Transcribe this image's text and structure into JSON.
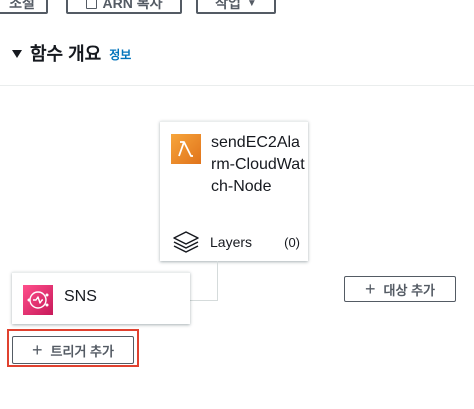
{
  "toolbar": {
    "btn1_label": "조절",
    "copy_arn_label": "ARN 복사",
    "actions_label": "작업"
  },
  "section": {
    "title": "함수 개요",
    "info_link": "정보"
  },
  "function": {
    "name": "sendEC2Alarm-CloudWatch-Node",
    "layers_label": "Layers",
    "layers_count": "(0)"
  },
  "trigger": {
    "name": "SNS"
  },
  "buttons": {
    "add_trigger": "트리거 추가",
    "add_destination": "대상 추가"
  },
  "colors": {
    "lambda": "#e0731b",
    "sns": "#d0265e",
    "link": "#0073bb",
    "highlight": "#e0412f"
  },
  "icons": {
    "function": "lambda-icon",
    "layers": "layers-icon",
    "trigger": "sns-icon",
    "add": "plus-icon"
  }
}
